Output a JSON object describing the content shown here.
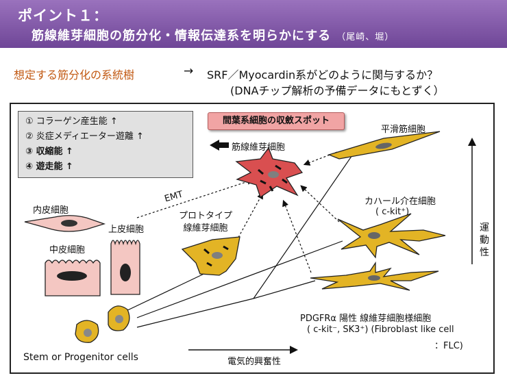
{
  "header": {
    "title": "ポイント１：",
    "subtitle": "筋線維芽細胞の筋分化・情報伝達系を明らかにする",
    "authors": "（尾崎、堀）"
  },
  "question": {
    "label": "想定する筋分化の系統樹",
    "arrow": "→",
    "text": "SRF／Myocardin系がどのように関与するか？",
    "note": "(DNAチップ解析の予備データにもとずく）"
  },
  "legend": {
    "items": [
      "① コラーゲン産生能 ↑",
      "② 炎症メディエーター遊離 ↑",
      "③ 収縮能 ↑",
      "④ 遊走能 ↑"
    ]
  },
  "diagram": {
    "spot_label": "間葉系細胞の収斂スポット",
    "myofibroblast": "筋線維芽細胞",
    "smooth_muscle": "平滑筋細胞",
    "cajal": "カハール介在細胞",
    "cajal_marker": "( c-kit⁺)",
    "endothelial": "内皮細胞",
    "epithelial": "上皮細胞",
    "mesothelial": "中皮細胞",
    "emt": "EMT",
    "proto_line1": "プロトタイプ",
    "proto_line2": "線維芽細胞",
    "pdgfr": "PDGFRα 陽性 線維芽細胞様細胞",
    "pdgfr_markers": "( c-kit⁻, SK3⁺) (Fibroblast like cell",
    "flc": "：FLC)",
    "stem": "Stem or Progenitor cells",
    "x_axis": "電気的興奮性",
    "y_axis": "運動性"
  },
  "colors": {
    "header_top": "#9a72bd",
    "header_bottom": "#6f4697",
    "question_label": "#c25a14",
    "yellow_cell": "#e3b425",
    "red_cell": "#d94f50",
    "pink_cell": "#f4c7c2",
    "legend_bg": "#e1e1e1",
    "spot_bg": "#f1a4a4"
  }
}
